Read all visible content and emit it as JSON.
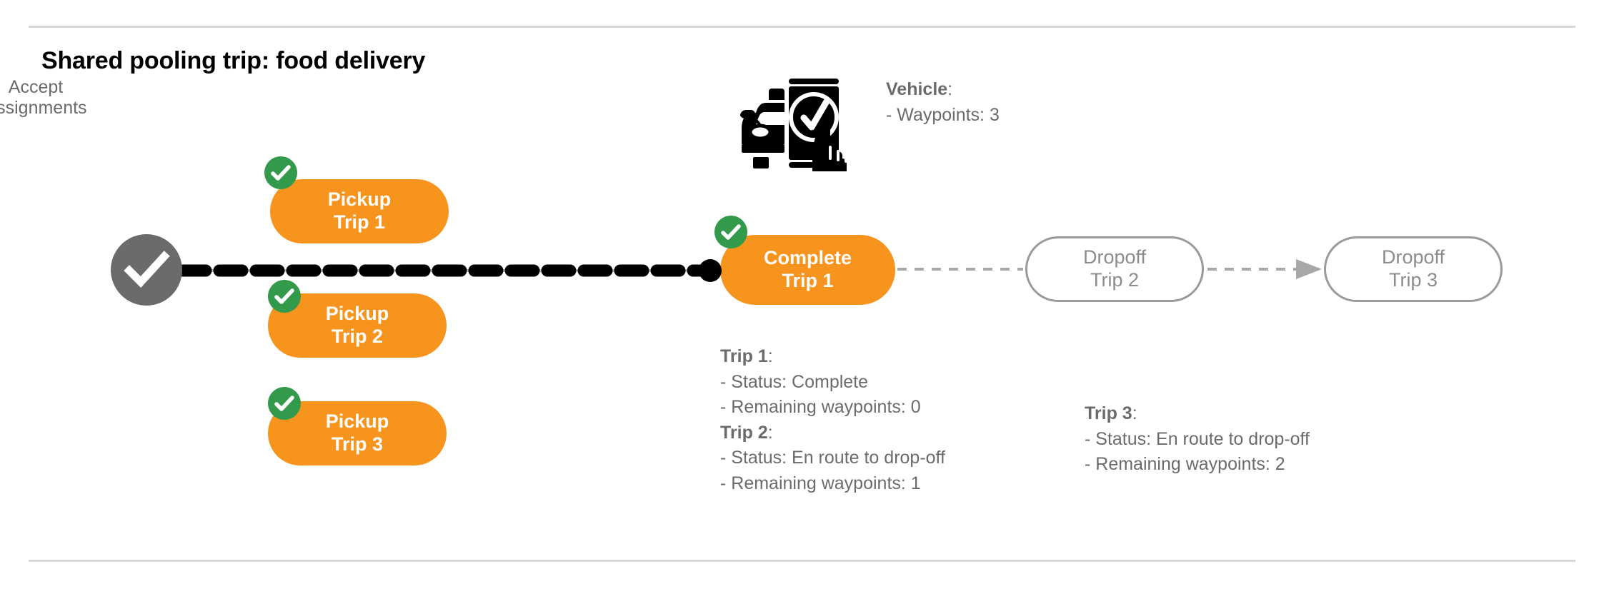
{
  "page": {
    "title": "Shared pooling trip: food delivery",
    "colors": {
      "orange": "#f7941e",
      "green": "#339a4b",
      "gray_node": "#6b6b6b",
      "gray_outline": "#9a9a9a",
      "gray_text": "#6b6b6b",
      "black": "#000000",
      "rule": "#d6d6d6",
      "white": "#ffffff"
    }
  },
  "flow": {
    "start_node": {
      "icon": "check-circle-icon",
      "label_line1": "Accept",
      "label_line2": "Assignments"
    },
    "pickups": [
      {
        "line1": "Pickup",
        "line2": "Trip 1",
        "completed": true
      },
      {
        "line1": "Pickup",
        "line2": "Trip 2",
        "completed": true
      },
      {
        "line1": "Pickup",
        "line2": "Trip 3",
        "completed": true
      }
    ],
    "complete_node": {
      "line1": "Complete",
      "line2": "Trip 1",
      "completed": true
    },
    "dropoffs": [
      {
        "line1": "Dropoff",
        "line2": "Trip 2",
        "completed": false
      },
      {
        "line1": "Dropoff",
        "line2": "Trip 3",
        "completed": false
      }
    ]
  },
  "vehicle": {
    "icon": "car-phone-check-icon",
    "heading": "Vehicle",
    "heading_colon": ":",
    "waypoints_label": "- Waypoints: 3"
  },
  "trip_details": {
    "left_block": [
      {
        "heading": "Trip 1",
        "heading_colon": ":",
        "rows": [
          "- Status:  Complete",
          "- Remaining waypoints: 0"
        ]
      },
      {
        "heading": "Trip 2",
        "heading_colon": ":",
        "rows": [
          "- Status:  En route to drop-off",
          "- Remaining waypoints: 1"
        ]
      }
    ],
    "right_block": [
      {
        "heading": "Trip 3",
        "heading_colon": ":",
        "rows": [
          "- Status:  En route to drop-off",
          "- Remaining waypoints: 2"
        ]
      }
    ]
  }
}
